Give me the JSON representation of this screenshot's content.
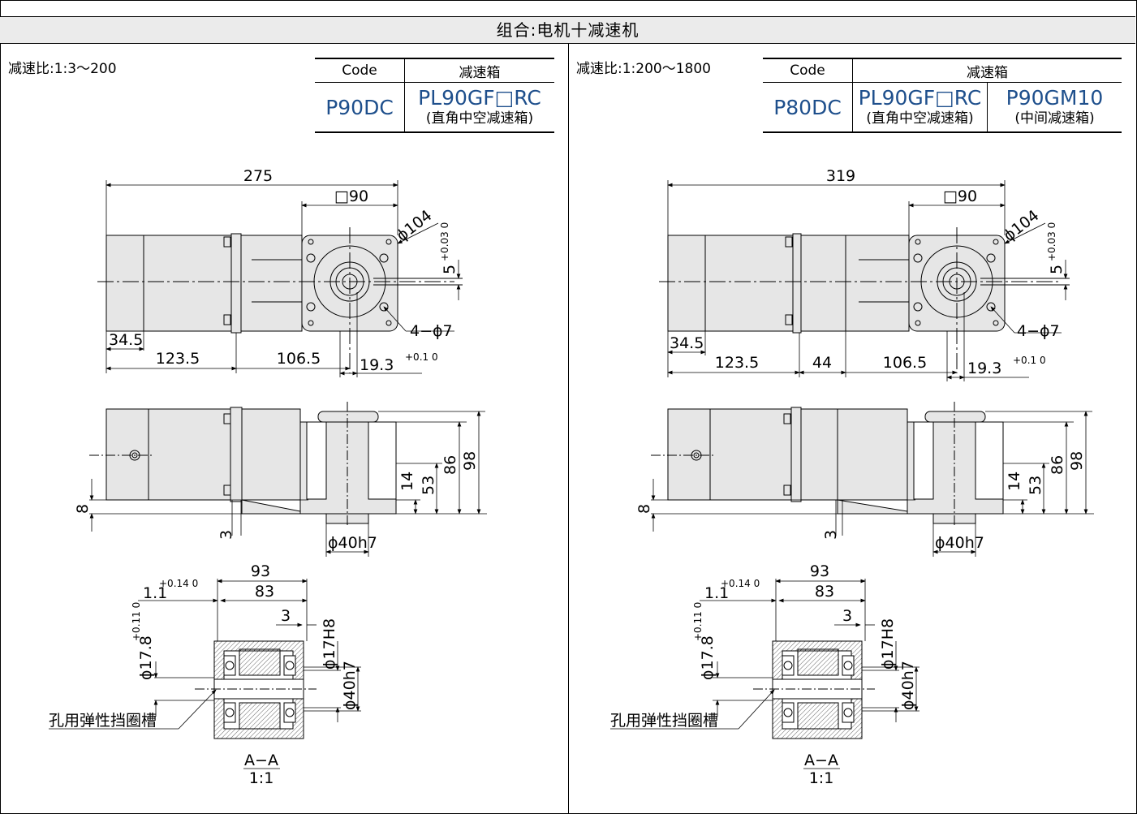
{
  "title": "组合:电机十减速机",
  "left": {
    "ratio": "减速比:1:3～200",
    "table": {
      "h1": "Code",
      "h2": "减速箱",
      "code": "P90DC",
      "box1": "PL90GF□RC",
      "box1_sub": "(直角中空减速箱)"
    },
    "dims": {
      "overall": "275",
      "sq": "□90",
      "dia104": "ϕ104",
      "tol5": "+0.03 0",
      "five": "5",
      "holes": "4−ϕ7",
      "d345": "34.5",
      "d1235": "123.5",
      "d1065": "106.5",
      "d193": "19.3",
      "tol193": "+0.1 0",
      "h8": "8",
      "h3": "3",
      "h14": "14",
      "h53": "53",
      "h86": "86",
      "h98": "98",
      "dia40": "ϕ40h7",
      "s93": "93",
      "s83": "83",
      "s11": "1.1",
      "tol11": "+0.14 0",
      "s3": "3",
      "s178": "ϕ17.8",
      "tol178": "+0.11 0",
      "s17": "ϕ17H8",
      "s40": "ϕ40h7",
      "groove": "孔用弹性挡圈槽",
      "sec": "A−A",
      "scale": "1:1"
    }
  },
  "right": {
    "ratio": "减速比:1:200～1800",
    "table": {
      "h1": "Code",
      "h2": "减速箱",
      "code": "P80DC",
      "box1": "PL90GF□RC",
      "box1_sub": "(直角中空减速箱)",
      "box2": "P90GM10",
      "box2_sub": "(中间减速箱)"
    },
    "dims": {
      "overall": "319",
      "sq": "□90",
      "dia104": "ϕ104",
      "tol5": "+0.03 0",
      "five": "5",
      "holes": "4−ϕ7",
      "d345": "34.5",
      "d1235": "123.5",
      "d44": "44",
      "d1065": "106.5",
      "d193": "19.3",
      "tol193": "+0.1 0",
      "h8": "8",
      "h3": "3",
      "h14": "14",
      "h53": "53",
      "h86": "86",
      "h98": "98",
      "dia40": "ϕ40h7",
      "s93": "93",
      "s83": "83",
      "s11": "1.1",
      "tol11": "+0.14 0",
      "s3": "3",
      "s178": "ϕ17.8",
      "tol178": "+0.11 0",
      "s17": "ϕ17H8",
      "s40": "ϕ40h7",
      "groove": "孔用弹性挡圈槽",
      "sec": "A−A",
      "scale": "1:1"
    }
  }
}
